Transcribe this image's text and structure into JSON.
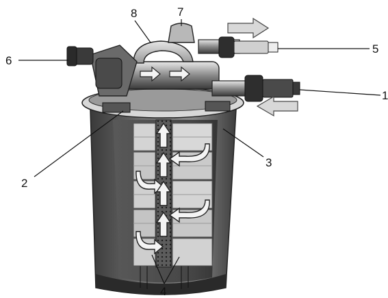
{
  "callouts": [
    {
      "id": "1",
      "label": "1"
    },
    {
      "id": "2",
      "label": "2"
    },
    {
      "id": "3",
      "label": "3"
    },
    {
      "id": "4",
      "label": "4"
    },
    {
      "id": "5",
      "label": "5"
    },
    {
      "id": "6",
      "label": "6"
    },
    {
      "id": "7",
      "label": "7"
    },
    {
      "id": "8",
      "label": "8"
    }
  ],
  "colors": {
    "housing_dark": "#4a4a4a",
    "housing_mid": "#7a7a7a",
    "lid_light": "#cfcfcf",
    "sponge": "#c8c8c8",
    "arrow_fill": "#f2f2f2",
    "line": "#111111"
  }
}
